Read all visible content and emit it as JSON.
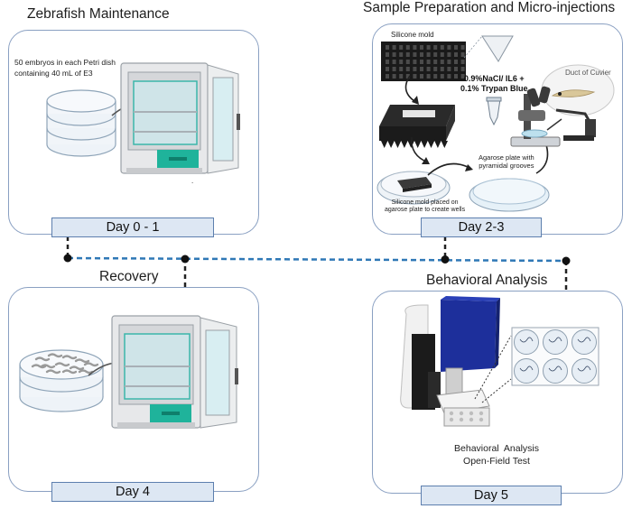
{
  "titles": {
    "maintenance": "Zebrafish Maintenance",
    "sample_prep": "Sample Preparation and Micro-injections",
    "recovery": "Recovery",
    "behavior": "Behavioral Analysis"
  },
  "days": {
    "d0": "Day 0 - 1",
    "d2": "Day 2-3",
    "d4": "Day 4",
    "d5": "Day 5"
  },
  "maintenance_note": "50 embryos in each Petri dish\ncontaining 40 mL of E3",
  "sample_labels": {
    "silicone_mold": "Silicone mold",
    "injection_mix": "0.9%NaCl/ IL6 +\n0.1% Trypan Blue",
    "duct": "Duct of Cuvier",
    "agarose_plate": "Agarose plate with\npyramidal grooves",
    "mold_on_agarose": "Silicone mold placed on\nagarose plate to create wells"
  },
  "behavior_caption": "Behavioral  Analysis\nOpen-Field Test",
  "colors": {
    "panel_border": "#8aa0c2",
    "day_fill": "#dde7f3",
    "day_border": "#5d7fae",
    "timeline": "#2f78b6",
    "device_blue": "#1d2f9b",
    "incubator_teal": "#1fb39b"
  }
}
